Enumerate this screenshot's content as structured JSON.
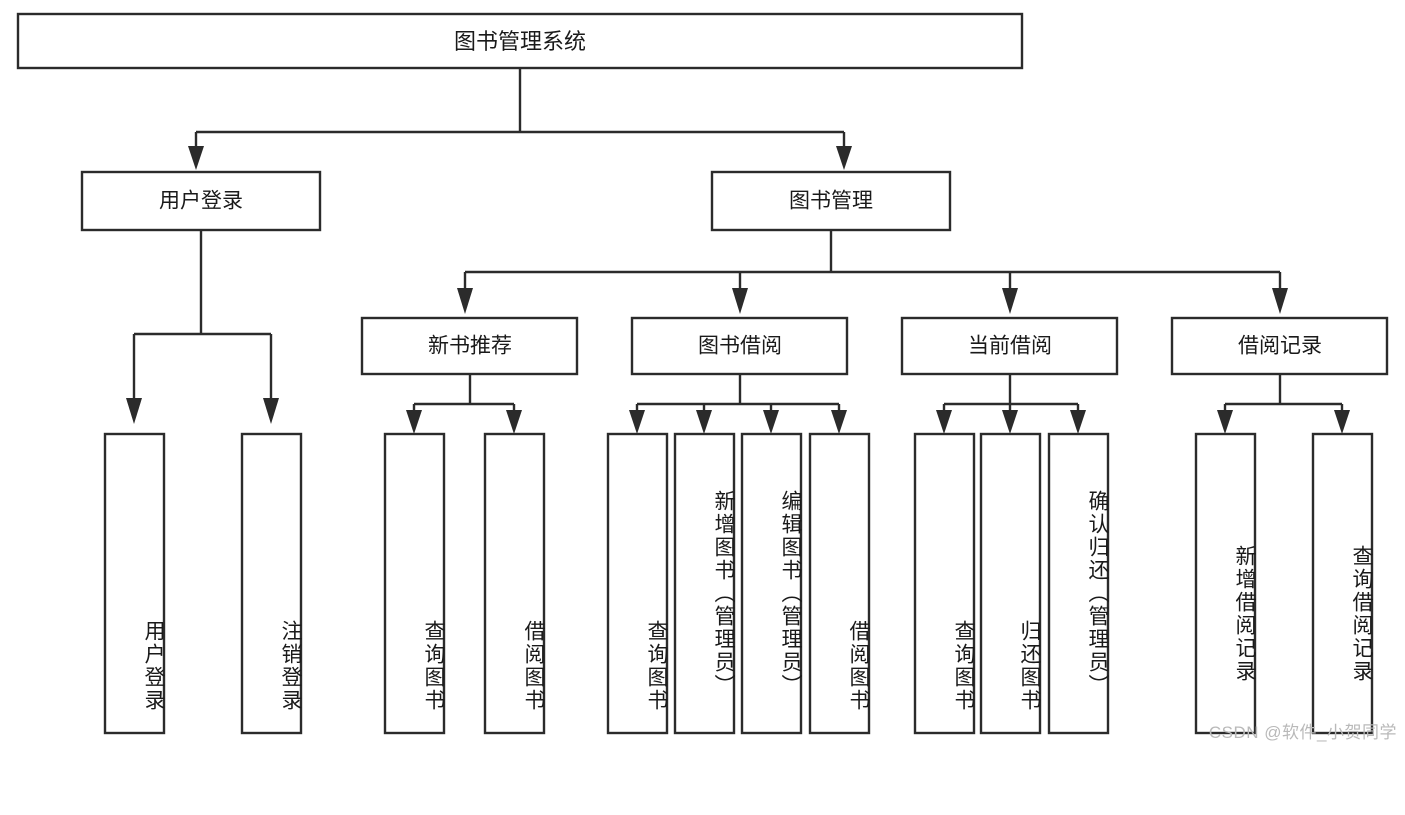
{
  "diagram": {
    "title": "图书管理系统",
    "watermark": "CSDN @软件_小贺同学",
    "colors": {
      "stroke": "#2b2b2b",
      "box_fill": "#ffffff",
      "text": "#1a1a1a",
      "background": "#ffffff",
      "watermark": "#b9b9b9"
    },
    "root": {
      "label": "图书管理系统"
    },
    "level2": [
      {
        "label": "用户登录"
      },
      {
        "label": "图书管理"
      }
    ],
    "level3": [
      {
        "label": "新书推荐"
      },
      {
        "label": "图书借阅"
      },
      {
        "label": "当前借阅"
      },
      {
        "label": "借阅记录"
      }
    ],
    "leaves": {
      "user_login": [
        {
          "label": "用户登录"
        },
        {
          "label": "注销登录"
        }
      ],
      "new_book_recommend": [
        {
          "label": "查询图书"
        },
        {
          "label": "借阅图书"
        }
      ],
      "book_borrow": [
        {
          "label": "查询图书"
        },
        {
          "label": "新增图书（管理员）"
        },
        {
          "label": "编辑图书（管理员）"
        },
        {
          "label": "借阅图书"
        }
      ],
      "current_borrow": [
        {
          "label": "查询图书"
        },
        {
          "label": "归还图书"
        },
        {
          "label": "确认归还（管理员）"
        }
      ],
      "borrow_record": [
        {
          "label": "新增借阅记录"
        },
        {
          "label": "查询借阅记录"
        }
      ]
    }
  },
  "chart_data": {
    "type": "table",
    "title": "图书管理系统 功能结构图",
    "nodes": [
      {
        "id": "root",
        "label": "图书管理系统",
        "level": 0,
        "parent": null
      },
      {
        "id": "user-login",
        "label": "用户登录",
        "level": 1,
        "parent": "root"
      },
      {
        "id": "book-manage",
        "label": "图书管理",
        "level": 1,
        "parent": "root"
      },
      {
        "id": "new-book",
        "label": "新书推荐",
        "level": 2,
        "parent": "book-manage"
      },
      {
        "id": "book-borrow",
        "label": "图书借阅",
        "level": 2,
        "parent": "book-manage"
      },
      {
        "id": "current-borrow",
        "label": "当前借阅",
        "level": 2,
        "parent": "book-manage"
      },
      {
        "id": "borrow-record",
        "label": "借阅记录",
        "level": 2,
        "parent": "book-manage"
      },
      {
        "id": "l-user-login",
        "label": "用户登录",
        "level": 2,
        "parent": "user-login"
      },
      {
        "id": "l-logout",
        "label": "注销登录",
        "level": 2,
        "parent": "user-login"
      },
      {
        "id": "l-nb-query",
        "label": "查询图书",
        "level": 3,
        "parent": "new-book"
      },
      {
        "id": "l-nb-borrow",
        "label": "借阅图书",
        "level": 3,
        "parent": "new-book"
      },
      {
        "id": "l-bb-query",
        "label": "查询图书",
        "level": 3,
        "parent": "book-borrow"
      },
      {
        "id": "l-bb-add",
        "label": "新增图书（管理员）",
        "level": 3,
        "parent": "book-borrow"
      },
      {
        "id": "l-bb-edit",
        "label": "编辑图书（管理员）",
        "level": 3,
        "parent": "book-borrow"
      },
      {
        "id": "l-bb-borrow",
        "label": "借阅图书",
        "level": 3,
        "parent": "book-borrow"
      },
      {
        "id": "l-cb-query",
        "label": "查询图书",
        "level": 3,
        "parent": "current-borrow"
      },
      {
        "id": "l-cb-return",
        "label": "归还图书",
        "level": 3,
        "parent": "current-borrow"
      },
      {
        "id": "l-cb-confirm",
        "label": "确认归还（管理员）",
        "level": 3,
        "parent": "current-borrow"
      },
      {
        "id": "l-br-add",
        "label": "新增借阅记录",
        "level": 3,
        "parent": "borrow-record"
      },
      {
        "id": "l-br-query",
        "label": "查询借阅记录",
        "level": 3,
        "parent": "borrow-record"
      }
    ]
  }
}
